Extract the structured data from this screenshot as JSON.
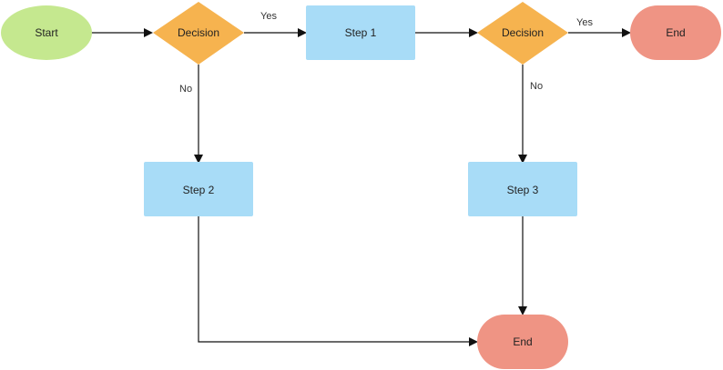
{
  "colors": {
    "start_fill": "#c5e88f",
    "decision_fill": "#f6b34f",
    "step_fill": "#a8dcf7",
    "end_fill": "#ef9484",
    "connector": "#111111"
  },
  "nodes": {
    "start": "Start",
    "decision_1": "Decision",
    "decision_2": "Decision",
    "step_1": "Step 1",
    "step_2": "Step 2",
    "step_3": "Step 3",
    "end_top": "End",
    "end_bottom": "End"
  },
  "edges": {
    "decision_1_yes": "Yes",
    "decision_1_no": "No",
    "decision_2_yes": "Yes",
    "decision_2_no": "No"
  }
}
